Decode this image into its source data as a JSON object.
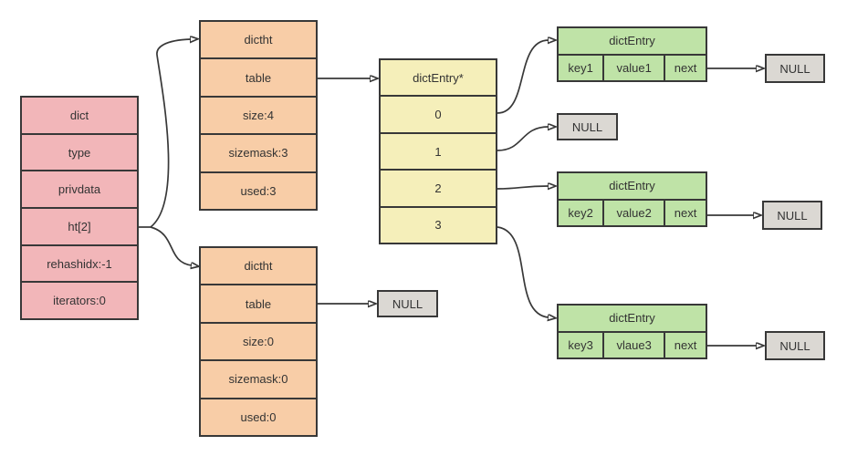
{
  "colors": {
    "pink": "#f2b6b9",
    "orange": "#f8cda7",
    "yellow": "#f5efba",
    "green": "#bfe3a7",
    "gray": "#dbd8d3",
    "border": "#383838",
    "text": "#333333"
  },
  "dict_box": {
    "rows": [
      "dict",
      "type",
      "privdata",
      "ht[2]",
      "rehashidx:-1",
      "iterators:0"
    ]
  },
  "dictht_top": {
    "rows": [
      "dictht",
      "table",
      "size:4",
      "sizemask:3",
      "used:3"
    ]
  },
  "dictht_bottom": {
    "rows": [
      "dictht",
      "table",
      "size:0",
      "sizemask:0",
      "used:0"
    ]
  },
  "bucket_table": {
    "rows": [
      "dictEntry*",
      "0",
      "1",
      "2",
      "3"
    ]
  },
  "entries": [
    {
      "title": "dictEntry",
      "cells": [
        "key1",
        "value1",
        "next"
      ]
    },
    {
      "title": "dictEntry",
      "cells": [
        "key2",
        "value2",
        "next"
      ]
    },
    {
      "title": "dictEntry",
      "cells": [
        "key3",
        "vlaue3",
        "next"
      ]
    }
  ],
  "null_boxes": {
    "top_right": "NULL",
    "middle": "NULL",
    "right_2": "NULL",
    "right_3": "NULL",
    "left": "NULL"
  }
}
